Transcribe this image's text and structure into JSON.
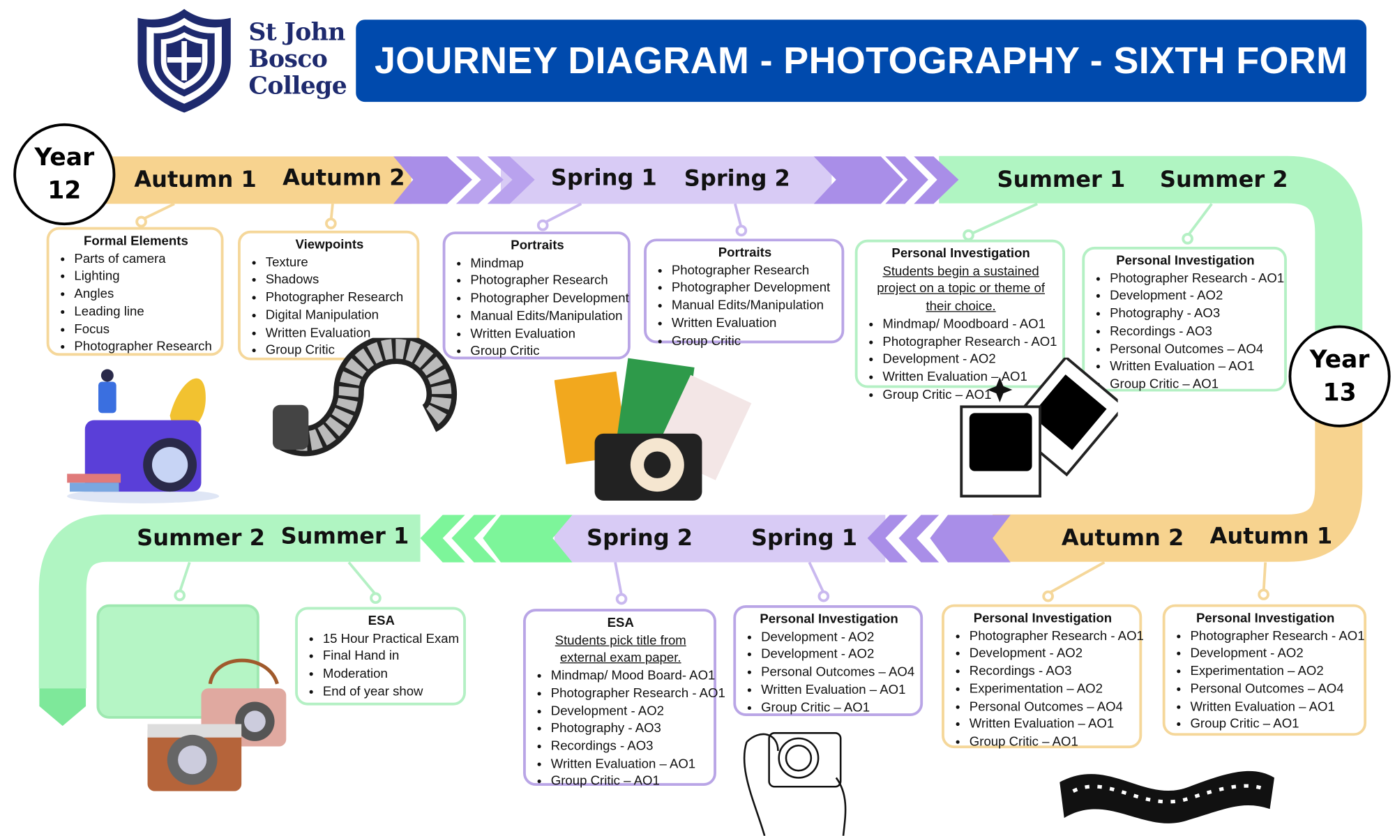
{
  "header": {
    "logo_lines": [
      "St John",
      "Bosco",
      "College"
    ],
    "title": "JOURNEY DIAGRAM - PHOTOGRAPHY - SIXTH FORM"
  },
  "years": {
    "y12": [
      "Year",
      "12"
    ],
    "y13": [
      "Year",
      "13"
    ]
  },
  "track": {
    "top": [
      "Autumn 1",
      "Autumn 2",
      "Spring 1",
      "Spring 2",
      "Summer 1",
      "Summer 2"
    ],
    "bottom": [
      "Summer 2",
      "Summer 1",
      "Spring 2",
      "Spring 1",
      "Autumn 2",
      "Autumn 1"
    ]
  },
  "colors": {
    "brand": "#004aad",
    "autumn": "#f7d38f",
    "spring": "#d8cbf5",
    "spring_chevron": "#a98ee8",
    "summer": "#b0f5c2",
    "navy": "#1e2a6e"
  },
  "boxes": [
    {
      "title": "Formal Elements",
      "items": [
        "Parts of camera",
        "Lighting",
        "Angles",
        "Leading line",
        "Focus",
        "Photographer Research"
      ]
    },
    {
      "title": "Viewpoints",
      "items": [
        "Texture",
        "Shadows",
        "Photographer Research",
        "Digital Manipulation",
        "Written Evaluation",
        "Group Critic"
      ]
    },
    {
      "title": "Portraits",
      "items": [
        "Mindmap",
        "Photographer Research",
        "Photographer Development",
        "Manual Edits/Manipulation",
        "Written Evaluation",
        "Group Critic"
      ]
    },
    {
      "title": "Portraits",
      "items": [
        "Photographer Research",
        "Photographer Development",
        "Manual Edits/Manipulation",
        "Written Evaluation",
        "Group Critic"
      ]
    },
    {
      "title": "Personal Investigation",
      "intro": "Students begin a sustained project on a topic or theme of their choice.",
      "items": [
        "Mindmap/ Moodboard - AO1",
        "Photographer Research - AO1",
        "Development - AO2",
        "Written Evaluation – AO1",
        "Group Critic – AO1"
      ]
    },
    {
      "title": "Personal Investigation",
      "items": [
        "Photographer Research - AO1",
        "Development - AO2",
        "Photography - AO3",
        "Recordings - AO3",
        "Personal Outcomes – AO4",
        "Written Evaluation – AO1",
        "Group Critic – AO1"
      ]
    },
    {
      "title": "ESA",
      "items": [
        "15 Hour Practical Exam",
        "Final Hand in",
        "Moderation",
        "End of year show"
      ]
    },
    {
      "title": "ESA",
      "intro": "Students pick title from external exam paper.",
      "items": [
        "Mindmap/ Mood Board- AO1",
        "Photographer Research - AO1",
        "Development - AO2",
        "Photography - AO3",
        "Recordings - AO3",
        "Written Evaluation – AO1",
        "Group Critic – AO1"
      ]
    },
    {
      "title": "Personal Investigation",
      "items": [
        "Development - AO2",
        "Development - AO2",
        "Personal Outcomes – AO4",
        "Written Evaluation – AO1",
        "Group Critic – AO1"
      ]
    },
    {
      "title": "Personal Investigation",
      "items": [
        "Photographer Research - AO1",
        "Development - AO2",
        "Recordings - AO3",
        "Experimentation – AO2",
        "Personal Outcomes – AO4",
        "Written Evaluation – AO1",
        "Group Critic – AO1"
      ]
    },
    {
      "title": "Personal Investigation",
      "items": [
        "Photographer Research - AO1",
        "Development - AO2",
        "Experimentation – AO2",
        "Personal Outcomes – AO4",
        "Written Evaluation – AO1",
        "Group Critic – AO1"
      ]
    }
  ]
}
